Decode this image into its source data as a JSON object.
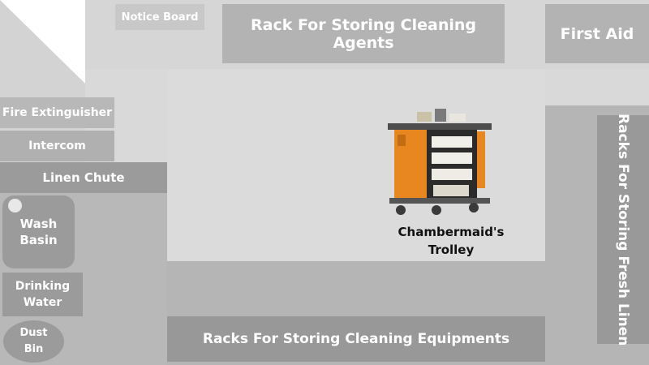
{
  "labels": {
    "notice_board": "Notice Board",
    "rack_cleaning_agents": "Rack For Storing Cleaning Agents",
    "first_aid": "First Aid",
    "fire_extinguisher": "Fire Extinguisher",
    "intercom": "Intercom",
    "linen_chute": "Linen Chute",
    "wash_basin": "Wash\nBasin",
    "drinking_water": "Drinking\nWater",
    "dust_bin": "Dust\nBin",
    "racks_cleaning_equipments": "Racks For Storing Cleaning Equipments",
    "racks_fresh_linen": "Racks For Storing Fresh Linen",
    "trolley": "Chambermaid's\nTrolley"
  },
  "colors": {
    "background": "#d9d9d9",
    "block_light": "#cfcfcf",
    "block_mid": "#b5b5b5",
    "block_dark": "#9a9a9a",
    "label_text": "#ffffff",
    "trolley_text": "#111111",
    "trolley_orange": "#e8861f"
  }
}
